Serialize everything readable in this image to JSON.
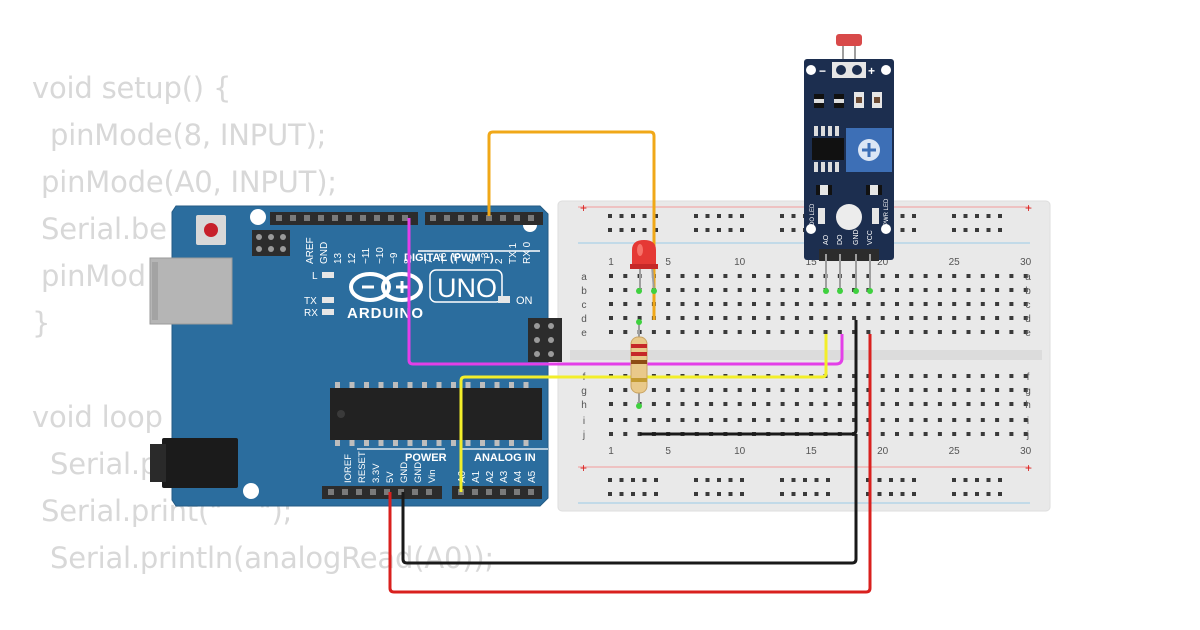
{
  "code_lines": [
    "void setup() {",
    "  pinMode(8, INPUT);",
    " pinMode(A0, INPUT);",
    " Serial.be",
    " pinMod",
    "}",
    "",
    "void loop",
    "  Serial.p",
    " Serial.print(\"    \");",
    "  Serial.println(analogRead(A0));"
  ],
  "arduino": {
    "brand": "ARDUINO",
    "model": "UNO",
    "digital_header_label": "DIGITAL (PWM ~)",
    "power_label": "POWER",
    "analog_label": "ANALOG IN",
    "on_label": "ON",
    "l_label": "L",
    "tx_label": "TX",
    "rx_label": "RX",
    "top_pin_labels": [
      "AREF",
      "GND",
      "13",
      "12",
      "~11",
      "~10",
      "~9",
      "8",
      "7",
      "~6",
      "~5",
      "4",
      "~3",
      "2",
      "TX 1",
      "RX 0"
    ],
    "power_pin_labels": [
      "IOREF",
      "RESET",
      "3.3V",
      "5V",
      "GND",
      "GND",
      "Vin"
    ],
    "analog_pin_labels": [
      "A0",
      "A1",
      "A2",
      "A3",
      "A4",
      "A5"
    ],
    "board_color": "#2b6d9e"
  },
  "breadboard": {
    "column_numbers": [
      "1",
      "5",
      "10",
      "15",
      "20",
      "25",
      "30"
    ],
    "row_letters_top": [
      "a",
      "b",
      "c",
      "d",
      "e"
    ],
    "row_letters_bottom": [
      "f",
      "g",
      "h",
      "i",
      "j"
    ],
    "rail_plus": "+"
  },
  "sensor": {
    "minus_label": "−",
    "plus_label": "+",
    "pwr_led_label": "PWR LED",
    "do_led_label": "DO LED",
    "pin_labels": [
      "AO",
      "DO",
      "GND",
      "VCC"
    ]
  },
  "wires": {
    "orange": "#f0a818",
    "magenta": "#e33fe8",
    "yellow": "#f2ee2a",
    "black": "#1a1a1a",
    "red": "#d9201e"
  },
  "led_color": "#e53935"
}
